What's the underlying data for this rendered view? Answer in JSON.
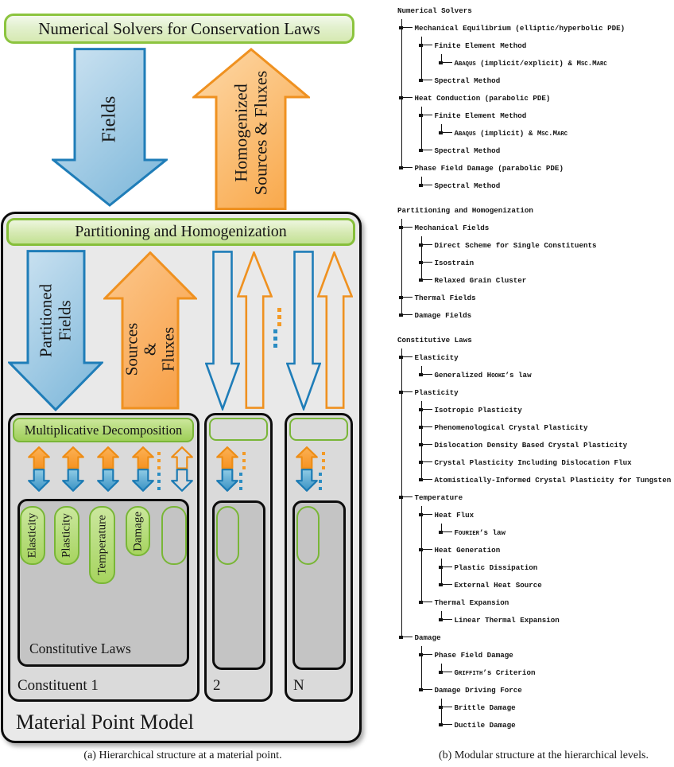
{
  "figure": {
    "caption_a": "(a) Hierarchical structure at a material point.",
    "caption_b": "(b) Modular structure at the hierarchical levels."
  },
  "diagram": {
    "solver_box": "Numerical Solvers for Conservation Laws",
    "fields_arrow": "Fields",
    "homogenized_arrow": [
      "Homogenized",
      "Sources & Fluxes"
    ],
    "partitioning_bar": "Partitioning and Homogenization",
    "partitioned_arrow": [
      "Partitioned",
      "Fields"
    ],
    "sources_arrow": [
      "Sources",
      "&",
      "Fluxes"
    ],
    "multiplicative_bar": "Multiplicative Decomposition",
    "pills": [
      "Elasticity",
      "Plasticity",
      "Temperature",
      "Damage",
      ""
    ],
    "constitutive_label": "Constitutive Laws",
    "constituent_labels": [
      "Constituent 1",
      "2",
      "N"
    ],
    "material_point_label": "Material Point Model",
    "colors": {
      "green_border": "#86bf3a",
      "blue_stroke": "#1f7db8",
      "orange_stroke": "#ef9120",
      "panel_gray": "#e9e9e9",
      "constituent_gray": "#dadada",
      "inner_gray": "#c4c4c4"
    }
  },
  "tree": {
    "sections": [
      {
        "label": "Numerical Solvers",
        "children": [
          {
            "label": "Mechanical Equilibrium (elliptic/hyperbolic PDE)",
            "children": [
              {
                "label": "Finite Element Method",
                "children": [
                  {
                    "label": "~Abaqus~ (implicit/explicit) & ~Msc.Marc~"
                  }
                ]
              },
              {
                "label": "Spectral Method"
              }
            ]
          },
          {
            "label": "Heat Conduction (parabolic PDE)",
            "children": [
              {
                "label": "Finite Element Method",
                "children": [
                  {
                    "label": "~Abaqus~ (implicit) & ~Msc.Marc~"
                  }
                ]
              },
              {
                "label": "Spectral Method"
              }
            ]
          },
          {
            "label": "Phase Field Damage (parabolic PDE)",
            "children": [
              {
                "label": "Spectral Method"
              }
            ]
          }
        ]
      },
      {
        "label": "Partitioning and Homogenization",
        "children": [
          {
            "label": "Mechanical Fields",
            "children": [
              {
                "label": "Direct Scheme for Single Constituents"
              },
              {
                "label": "Isostrain"
              },
              {
                "label": "Relaxed Grain Cluster"
              }
            ]
          },
          {
            "label": "Thermal Fields"
          },
          {
            "label": "Damage Fields"
          }
        ]
      },
      {
        "label": "Constitutive Laws",
        "children": [
          {
            "label": "Elasticity",
            "children": [
              {
                "label": "Generalized ~Hooke~’s law"
              }
            ]
          },
          {
            "label": "Plasticity",
            "children": [
              {
                "label": "Isotropic Plasticity"
              },
              {
                "label": "Phenomenological Crystal Plasticity"
              },
              {
                "label": "Dislocation Density Based Crystal Plasticity"
              },
              {
                "label": "Crystal Plasticity Including Dislocation Flux"
              },
              {
                "label": "Atomistically-Informed Crystal Plasticity for Tungsten"
              }
            ]
          },
          {
            "label": "Temperature",
            "children": [
              {
                "label": "Heat Flux",
                "children": [
                  {
                    "label": "~Fourier~’s law"
                  }
                ]
              },
              {
                "label": "Heat Generation",
                "children": [
                  {
                    "label": "Plastic Dissipation"
                  },
                  {
                    "label": "External Heat Source"
                  }
                ]
              },
              {
                "label": "Thermal Expansion",
                "children": [
                  {
                    "label": "Linear Thermal Expansion"
                  }
                ]
              }
            ]
          },
          {
            "label": "Damage",
            "children": [
              {
                "label": "Phase Field Damage",
                "children": [
                  {
                    "label": "~Griffith~’s Criterion"
                  }
                ]
              },
              {
                "label": "Damage Driving Force",
                "children": [
                  {
                    "label": "Brittle Damage"
                  },
                  {
                    "label": "Ductile Damage"
                  }
                ]
              }
            ]
          }
        ]
      }
    ]
  }
}
